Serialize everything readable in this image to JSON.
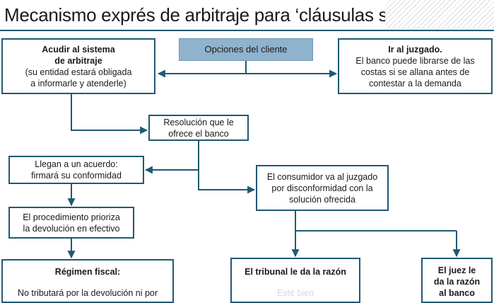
{
  "title": "Mecanismo exprés de arbitraje para ‘cláusulas suelo’",
  "colors": {
    "accent": "#1f5a72",
    "options_fill": "#8fb3cc"
  },
  "nodes": {
    "options": {
      "text": "Opciones del cliente"
    },
    "arbitration": {
      "heading_1": "Acudir al sistema",
      "heading_2": "de arbitraje",
      "body_1": "(su entidad estará obligada",
      "body_2": "a  informarle y atenderle)"
    },
    "court": {
      "heading": "Ir al juzgado.",
      "body_1": "El banco puede librarse de las",
      "body_2": "costas si se allana antes de",
      "body_3": "contestar a la demanda"
    },
    "resolution": {
      "line_1": "Resolución que le",
      "line_2": "ofrece el banco"
    },
    "agreement": {
      "line_1": "Llegan a un acuerdo:",
      "line_2": "firmará su conformidad"
    },
    "consumer_court": {
      "line_1": "El consumidor va al juzgado",
      "line_2": "por disconformidad con la",
      "line_3": "solución ofrecida"
    },
    "refund": {
      "line_1": "El procedimiento prioriza",
      "line_2": "la devolución en efectivo"
    },
    "tax": {
      "heading": "Régimen fiscal:",
      "body_1": "No tributará por la devolución ni por"
    },
    "tribunal": {
      "heading": "El tribunal le da la razón",
      "body_1": "Esté bien"
    },
    "judge": {
      "heading_1": "El juez le",
      "heading_2": "da la razón",
      "heading_3": "al banco"
    }
  }
}
